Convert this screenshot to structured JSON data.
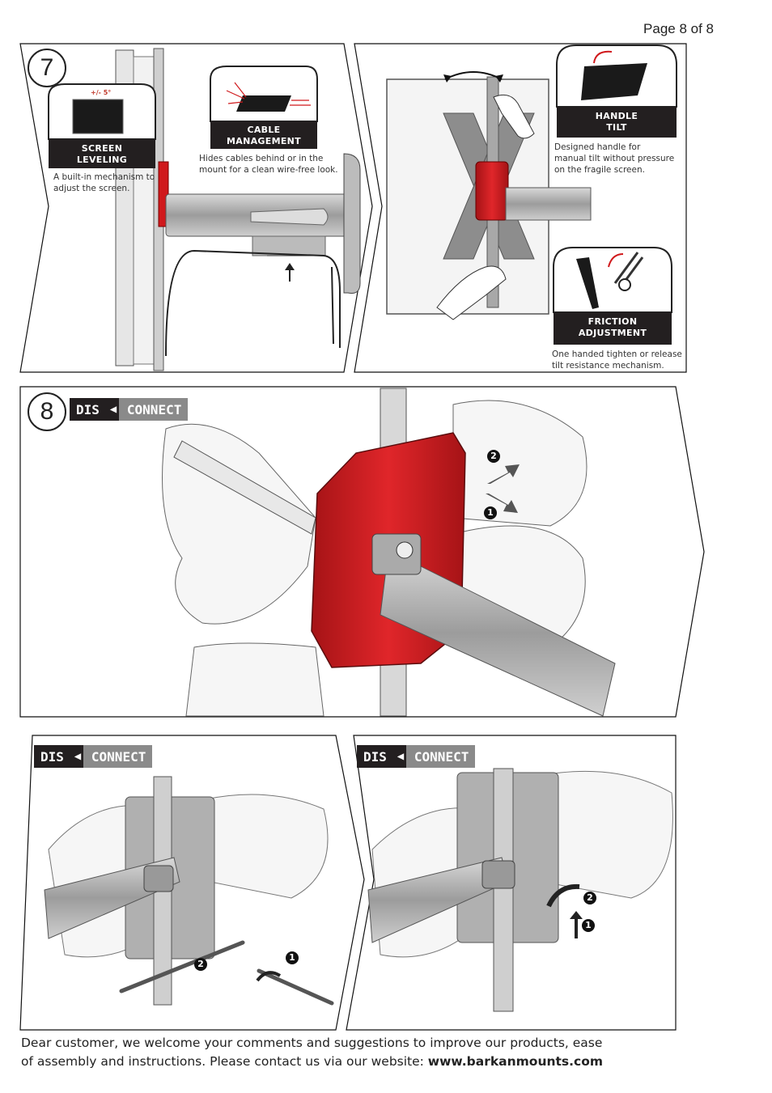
{
  "page_number": "Page 8 of 8",
  "step7": {
    "number": "7",
    "screen_leveling": {
      "title_line1": "SCREEN",
      "title_line2": "LEVELING",
      "angle": "+/- 5°",
      "desc_line1": "A built-in mechanism to",
      "desc_line2": "adjust the screen."
    },
    "cable_management": {
      "title_line1": "CABLE",
      "title_line2": "MANAGEMENT",
      "desc_line1": "Hides cables behind or in the",
      "desc_line2": "mount for a clean wire-free look."
    },
    "handle_tilt": {
      "title_line1": "HANDLE",
      "title_line2": "TILT",
      "desc_line1": "Designed handle for",
      "desc_line2": "manual tilt without pressure",
      "desc_line3": "on the fragile screen."
    },
    "friction_adjustment": {
      "title_line1": "FRICTION",
      "title_line2": "ADJUSTMENT",
      "desc_line1": "One handed tighten or release",
      "desc_line2": "tilt resistance mechanism."
    }
  },
  "step8": {
    "number": "8",
    "dis_label": "DIS",
    "connect_label": "CONNECT",
    "marker1": "1",
    "marker2": "2"
  },
  "panel_bottom_left": {
    "dis_label": "DIS",
    "connect_label": "CONNECT",
    "marker1": "1",
    "marker2": "2"
  },
  "panel_bottom_right": {
    "dis_label": "DIS",
    "connect_label": "CONNECT",
    "marker1": "1",
    "marker2": "2"
  },
  "footer": {
    "line1": "Dear customer, we welcome your comments and suggestions to improve our products, ease",
    "line2_prefix": "of assembly and instructions. Please contact us via our website: ",
    "website": "www.barkanmounts.com"
  },
  "colors": {
    "accent_red": "#d0191c",
    "badge_black": "#231f20",
    "badge_grey": "#8a8a8a"
  }
}
